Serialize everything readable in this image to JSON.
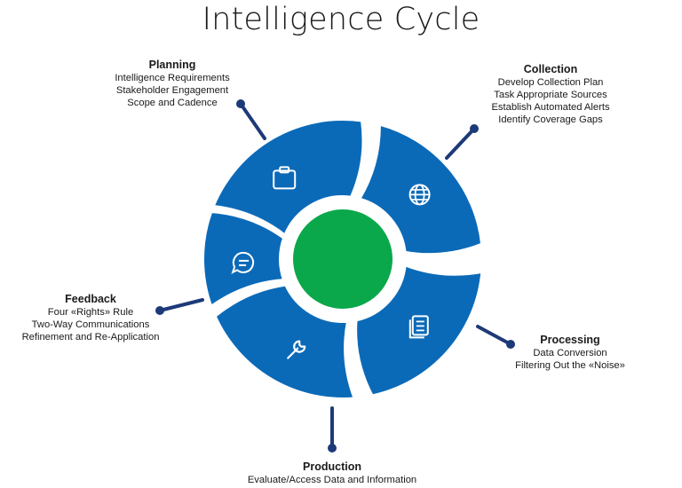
{
  "title": "Intelligence Cycle",
  "colors": {
    "segment": "#0b6ab8",
    "center": "#0aa84a",
    "connector": "#1d3a78",
    "icon": "#ffffff"
  },
  "stages": [
    {
      "heading": "Planning",
      "icon": "clipboard-icon",
      "lines": [
        "Intelligence Requirements",
        "Stakeholder Engagement",
        "Scope and Cadence"
      ]
    },
    {
      "heading": "Collection",
      "icon": "globe-icon",
      "lines": [
        "Develop Collection Plan",
        "Task Appropriate Sources",
        "Establish Automated Alerts",
        "Identify Coverage Gaps"
      ]
    },
    {
      "heading": "Processing",
      "icon": "document-icon",
      "lines": [
        "Data Conversion",
        "Filtering Out the «Noise»"
      ]
    },
    {
      "heading": "Production",
      "icon": "wrench-icon",
      "lines": [
        "Evaluate/Access Data and Information"
      ]
    },
    {
      "heading": "Feedback",
      "icon": "chat-icon",
      "lines": [
        "Four «Rights» Rule",
        "Two-Way Communications",
        "Refinement and Re-Application"
      ]
    }
  ]
}
